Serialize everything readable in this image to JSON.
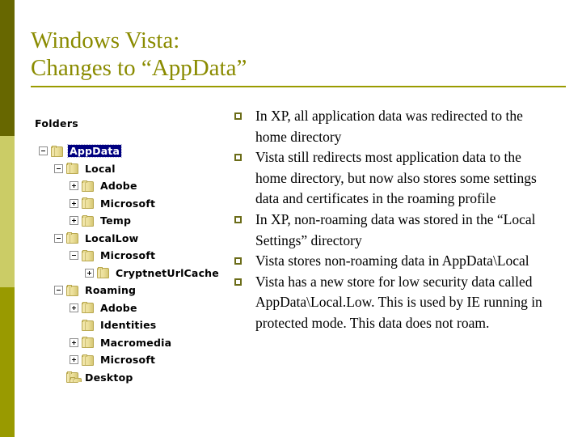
{
  "slide": {
    "title": "Windows Vista:\nChanges to “AppData”",
    "accent_color": "#8a8b00",
    "band_colors": {
      "top": "#676700",
      "middle": "#cbcc66",
      "bottom": "#999a00"
    },
    "bullet_marker_color": "#6b6c18"
  },
  "bullets": [
    {
      "text": "In XP, all application data was redirected to the home directory"
    },
    {
      "text": "Vista still redirects most application data to the home directory, but now also stores some settings data and certificates in the roaming profile"
    },
    {
      "text": "In XP, non-roaming data was stored in the “Local Settings” directory"
    },
    {
      "text": "Vista stores non-roaming data in AppData\\Local"
    },
    {
      "text": "Vista has a new store for low security data called AppData\\Local.Low. This is used by IE running in protected mode. This data does not roam."
    }
  ],
  "explorer": {
    "header": "Folders",
    "selection_background": "#000080",
    "selection_foreground": "#ffffff",
    "nodes": [
      {
        "label": "AppData",
        "indent": 0,
        "expander": "minus",
        "selected": true
      },
      {
        "label": "Local",
        "indent": 1,
        "expander": "minus",
        "selected": false
      },
      {
        "label": "Adobe",
        "indent": 2,
        "expander": "plus",
        "selected": false
      },
      {
        "label": "Microsoft",
        "indent": 2,
        "expander": "plus",
        "selected": false
      },
      {
        "label": "Temp",
        "indent": 2,
        "expander": "plus",
        "selected": false
      },
      {
        "label": "LocalLow",
        "indent": 1,
        "expander": "minus",
        "selected": false
      },
      {
        "label": "Microsoft",
        "indent": 2,
        "expander": "minus",
        "selected": false
      },
      {
        "label": "CryptnetUrlCache",
        "indent": 3,
        "expander": "plus",
        "selected": false
      },
      {
        "label": "Roaming",
        "indent": 1,
        "expander": "minus",
        "selected": false
      },
      {
        "label": "Adobe",
        "indent": 2,
        "expander": "plus",
        "selected": false
      },
      {
        "label": "Identities",
        "indent": 2,
        "expander": "none",
        "selected": false
      },
      {
        "label": "Macromedia",
        "indent": 2,
        "expander": "plus",
        "selected": false
      },
      {
        "label": "Microsoft",
        "indent": 2,
        "expander": "plus",
        "selected": false
      },
      {
        "label": "Desktop",
        "indent": 1,
        "expander": "none",
        "selected": false
      }
    ]
  }
}
